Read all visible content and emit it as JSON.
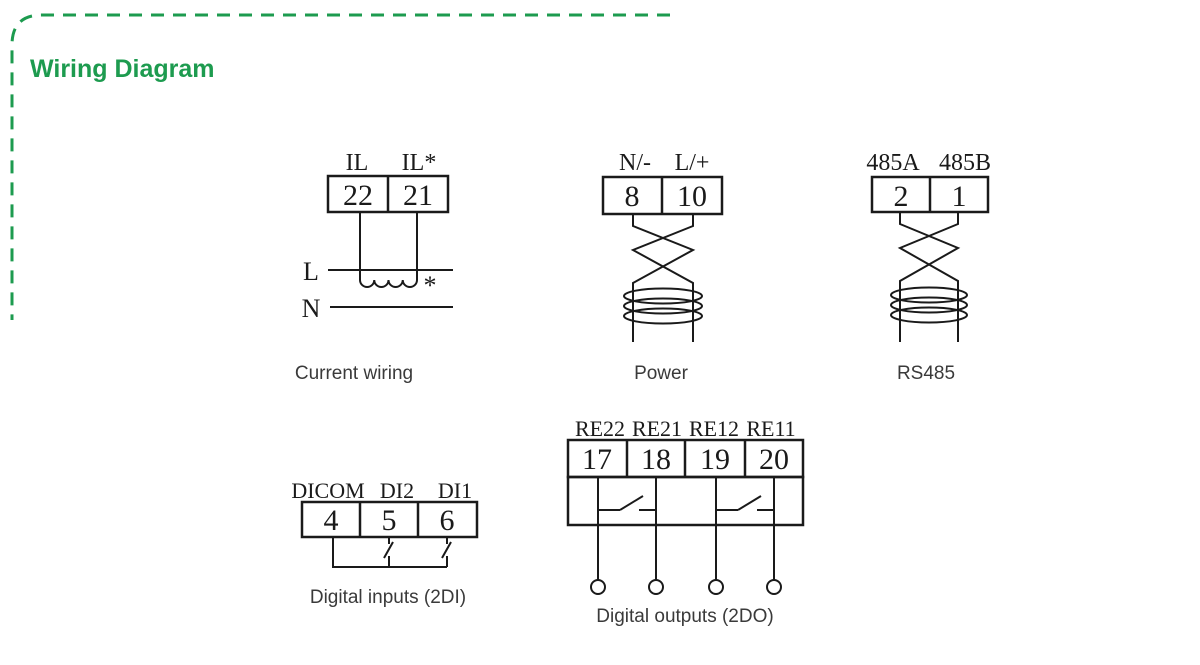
{
  "page": {
    "title": "Wiring Diagram",
    "accent_color": "#1d9b4f",
    "line_color": "#1a1a1a",
    "caption_color": "#3a3a3a"
  },
  "diagrams": {
    "current_wiring": {
      "caption": "Current wiring",
      "terminal_labels": [
        "IL",
        "IL*"
      ],
      "terminal_numbers": [
        "22",
        "21"
      ],
      "line_labels": [
        "L",
        "N"
      ],
      "polarity_mark": "*"
    },
    "power": {
      "caption": "Power",
      "terminal_labels": [
        "N/-",
        "L/+"
      ],
      "terminal_numbers": [
        "8",
        "10"
      ]
    },
    "rs485": {
      "caption": "RS485",
      "terminal_labels": [
        "485A",
        "485B"
      ],
      "terminal_numbers": [
        "2",
        "1"
      ]
    },
    "digital_inputs": {
      "caption": "Digital inputs (2DI)",
      "terminal_labels": [
        "DICOM",
        "DI2",
        "DI1"
      ],
      "terminal_numbers": [
        "4",
        "5",
        "6"
      ]
    },
    "digital_outputs": {
      "caption": "Digital outputs (2DO)",
      "terminal_labels": [
        "RE22",
        "RE21",
        "RE12",
        "RE11"
      ],
      "terminal_numbers": [
        "17",
        "18",
        "19",
        "20"
      ]
    }
  }
}
